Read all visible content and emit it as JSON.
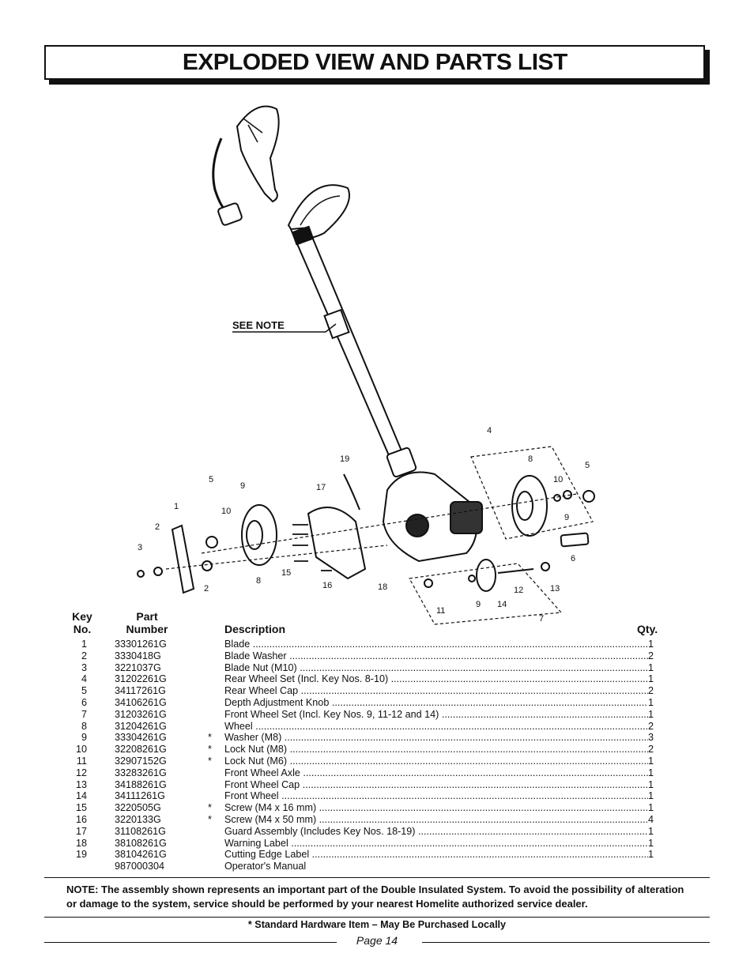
{
  "title": "EXPLODED VIEW AND PARTS LIST",
  "diagram": {
    "see_note": "SEE NOTE",
    "callouts": [
      "1",
      "2",
      "3",
      "4",
      "5",
      "6",
      "7",
      "8",
      "9",
      "10",
      "11",
      "12",
      "13",
      "14",
      "15",
      "16",
      "17",
      "18",
      "19"
    ]
  },
  "table": {
    "headers": {
      "key_line1": "Key",
      "key_line2": "No.",
      "part_line1": "Part",
      "part_line2": "Number",
      "description": "Description",
      "qty": "Qty."
    },
    "rows": [
      {
        "key": "1",
        "part": "33301261G",
        "star": "",
        "desc": "Blade",
        "qty": "1"
      },
      {
        "key": "2",
        "part": "3330418G",
        "star": "",
        "desc": "Blade Washer",
        "qty": "2"
      },
      {
        "key": "3",
        "part": "3221037G",
        "star": "",
        "desc": "Blade Nut (M10)",
        "qty": "1"
      },
      {
        "key": "4",
        "part": "31202261G",
        "star": "",
        "desc": "Rear Wheel Set (Incl. Key Nos. 8-10)",
        "qty": "1"
      },
      {
        "key": "5",
        "part": "34117261G",
        "star": "",
        "desc": "Rear Wheel Cap",
        "qty": "2"
      },
      {
        "key": "6",
        "part": "34106261G",
        "star": "",
        "desc": "Depth Adjustment Knob",
        "qty": "1"
      },
      {
        "key": "7",
        "part": "31203261G",
        "star": "",
        "desc": "Front Wheel Set (Incl. Key Nos. 9, 11-12 and 14)",
        "qty": "1"
      },
      {
        "key": "8",
        "part": "31204261G",
        "star": "",
        "desc": "Wheel",
        "qty": "2"
      },
      {
        "key": "9",
        "part": "33304261G",
        "star": "*",
        "desc": "Washer (M8)",
        "qty": "3"
      },
      {
        "key": "10",
        "part": "32208261G",
        "star": "*",
        "desc": "Lock Nut (M8)",
        "qty": "2"
      },
      {
        "key": "11",
        "part": "32907152G",
        "star": "*",
        "desc": "Lock Nut (M6)",
        "qty": "1"
      },
      {
        "key": "12",
        "part": "33283261G",
        "star": "",
        "desc": "Front Wheel Axle",
        "qty": "1"
      },
      {
        "key": "13",
        "part": "34188261G",
        "star": "",
        "desc": "Front Wheel Cap",
        "qty": "1"
      },
      {
        "key": "14",
        "part": "34111261G",
        "star": "",
        "desc": "Front Wheel",
        "qty": "1"
      },
      {
        "key": "15",
        "part": "3220505G",
        "star": "*",
        "desc": "Screw (M4 x 16 mm)",
        "qty": "1"
      },
      {
        "key": "16",
        "part": "3220133G",
        "star": "*",
        "desc": "Screw (M4 x 50 mm)",
        "qty": "4"
      },
      {
        "key": "17",
        "part": "31108261G",
        "star": "",
        "desc": "Guard Assembly (Includes Key Nos. 18-19)",
        "qty": "1"
      },
      {
        "key": "18",
        "part": "38108261G",
        "star": "",
        "desc": "Warning Label",
        "qty": "1"
      },
      {
        "key": "19",
        "part": "38104261G",
        "star": "",
        "desc": "Cutting Edge Label",
        "qty": "1"
      },
      {
        "key": "",
        "part": "987000304",
        "star": "",
        "desc": "Operator's Manual",
        "qty": ""
      }
    ]
  },
  "note": "NOTE: The assembly shown represents an important part of the Double Insulated System. To avoid the possibility of alteration or damage to the system, service should be performed by your nearest Homelite authorized service dealer.",
  "footer": {
    "hardware": "* Standard Hardware Item – May Be Purchased Locally",
    "page": "Page 14"
  }
}
